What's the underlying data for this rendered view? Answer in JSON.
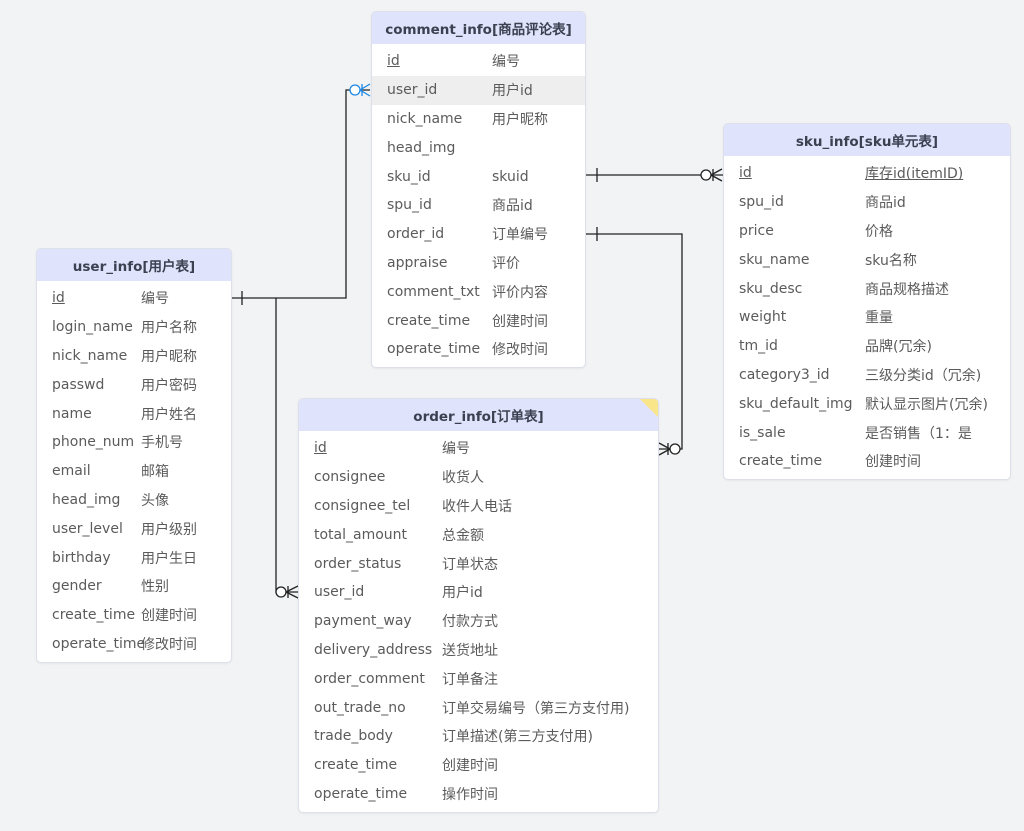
{
  "diagram": {
    "colors": {
      "background": "#f1f3f4",
      "header": "#dfe3fb",
      "line": "#222222",
      "selected_connector": "#1e88e5",
      "note_corner": "#f9e68a"
    },
    "entities": {
      "user_info": {
        "title": "user_info[用户表]",
        "fields": [
          {
            "name": "id",
            "desc": "编号",
            "key": true
          },
          {
            "name": "login_name",
            "desc": "用户名称"
          },
          {
            "name": "nick_name",
            "desc": "用户昵称"
          },
          {
            "name": "passwd",
            "desc": "用户密码"
          },
          {
            "name": "name",
            "desc": "用户姓名"
          },
          {
            "name": "phone_num",
            "desc": "手机号"
          },
          {
            "name": "email",
            "desc": "邮箱"
          },
          {
            "name": "head_img",
            "desc": "头像"
          },
          {
            "name": "user_level",
            "desc": "用户级别"
          },
          {
            "name": "birthday",
            "desc": "用户生日"
          },
          {
            "name": "gender",
            "desc": "性别"
          },
          {
            "name": "create_time",
            "desc": "创建时间"
          },
          {
            "name": "operate_time",
            "desc": "修改时间"
          }
        ]
      },
      "comment_info": {
        "title": "comment_info[商品评论表]",
        "fields": [
          {
            "name": "id",
            "desc": "编号",
            "key": true
          },
          {
            "name": "user_id",
            "desc": "用户id",
            "highlighted": true
          },
          {
            "name": "nick_name",
            "desc": "用户昵称"
          },
          {
            "name": "head_img",
            "desc": ""
          },
          {
            "name": "sku_id",
            "desc": "skuid"
          },
          {
            "name": "spu_id",
            "desc": "商品id"
          },
          {
            "name": "order_id",
            "desc": "订单编号"
          },
          {
            "name": "appraise",
            "desc": "评价"
          },
          {
            "name": "comment_txt",
            "desc": "评价内容"
          },
          {
            "name": "create_time",
            "desc": "创建时间"
          },
          {
            "name": "operate_time",
            "desc": "修改时间"
          }
        ]
      },
      "order_info": {
        "title": "order_info[订单表]",
        "fields": [
          {
            "name": "id",
            "desc": "编号",
            "key": true
          },
          {
            "name": "consignee",
            "desc": "收货人"
          },
          {
            "name": "consignee_tel",
            "desc": "收件人电话"
          },
          {
            "name": "total_amount",
            "desc": "总金额"
          },
          {
            "name": "order_status",
            "desc": "订单状态"
          },
          {
            "name": "user_id",
            "desc": "用户id"
          },
          {
            "name": "payment_way",
            "desc": "付款方式"
          },
          {
            "name": "delivery_address",
            "desc": "送货地址"
          },
          {
            "name": "order_comment",
            "desc": "订单备注"
          },
          {
            "name": "out_trade_no",
            "desc": "订单交易编号（第三方支付用)"
          },
          {
            "name": "trade_body",
            "desc": "订单描述(第三方支付用)"
          },
          {
            "name": "create_time",
            "desc": "创建时间"
          },
          {
            "name": "operate_time",
            "desc": "操作时间"
          }
        ]
      },
      "sku_info": {
        "title": "sku_info[sku单元表]",
        "fields": [
          {
            "name": "id",
            "desc": "库存id(itemID)",
            "key": true,
            "desc_underlined": true
          },
          {
            "name": "spu_id",
            "desc": "商品id"
          },
          {
            "name": "price",
            "desc": "价格"
          },
          {
            "name": "sku_name",
            "desc": "sku名称"
          },
          {
            "name": "sku_desc",
            "desc": "商品规格描述"
          },
          {
            "name": "weight",
            "desc": "重量"
          },
          {
            "name": "tm_id",
            "desc": "品牌(冗余)"
          },
          {
            "name": "category3_id",
            "desc": "三级分类id（冗余)"
          },
          {
            "name": "sku_default_img",
            "desc": "默认显示图片(冗余)"
          },
          {
            "name": "is_sale",
            "desc": "是否销售（1：是"
          },
          {
            "name": "create_time",
            "desc": "创建时间"
          }
        ]
      }
    },
    "relationships": [
      {
        "from": "user_info.id",
        "to": "comment_info.user_id",
        "from_cardinality": "one",
        "to_cardinality": "zero-or-many"
      },
      {
        "from": "user_info.id",
        "to": "order_info.user_id",
        "from_cardinality": "one",
        "to_cardinality": "zero-or-many"
      },
      {
        "from": "comment_info.sku_id",
        "to": "sku_info.id",
        "from_cardinality": "one",
        "to_cardinality": "zero-or-many"
      },
      {
        "from": "comment_info.order_id",
        "to": "order_info.id",
        "from_cardinality": "one",
        "to_cardinality": "zero-or-many"
      }
    ]
  }
}
